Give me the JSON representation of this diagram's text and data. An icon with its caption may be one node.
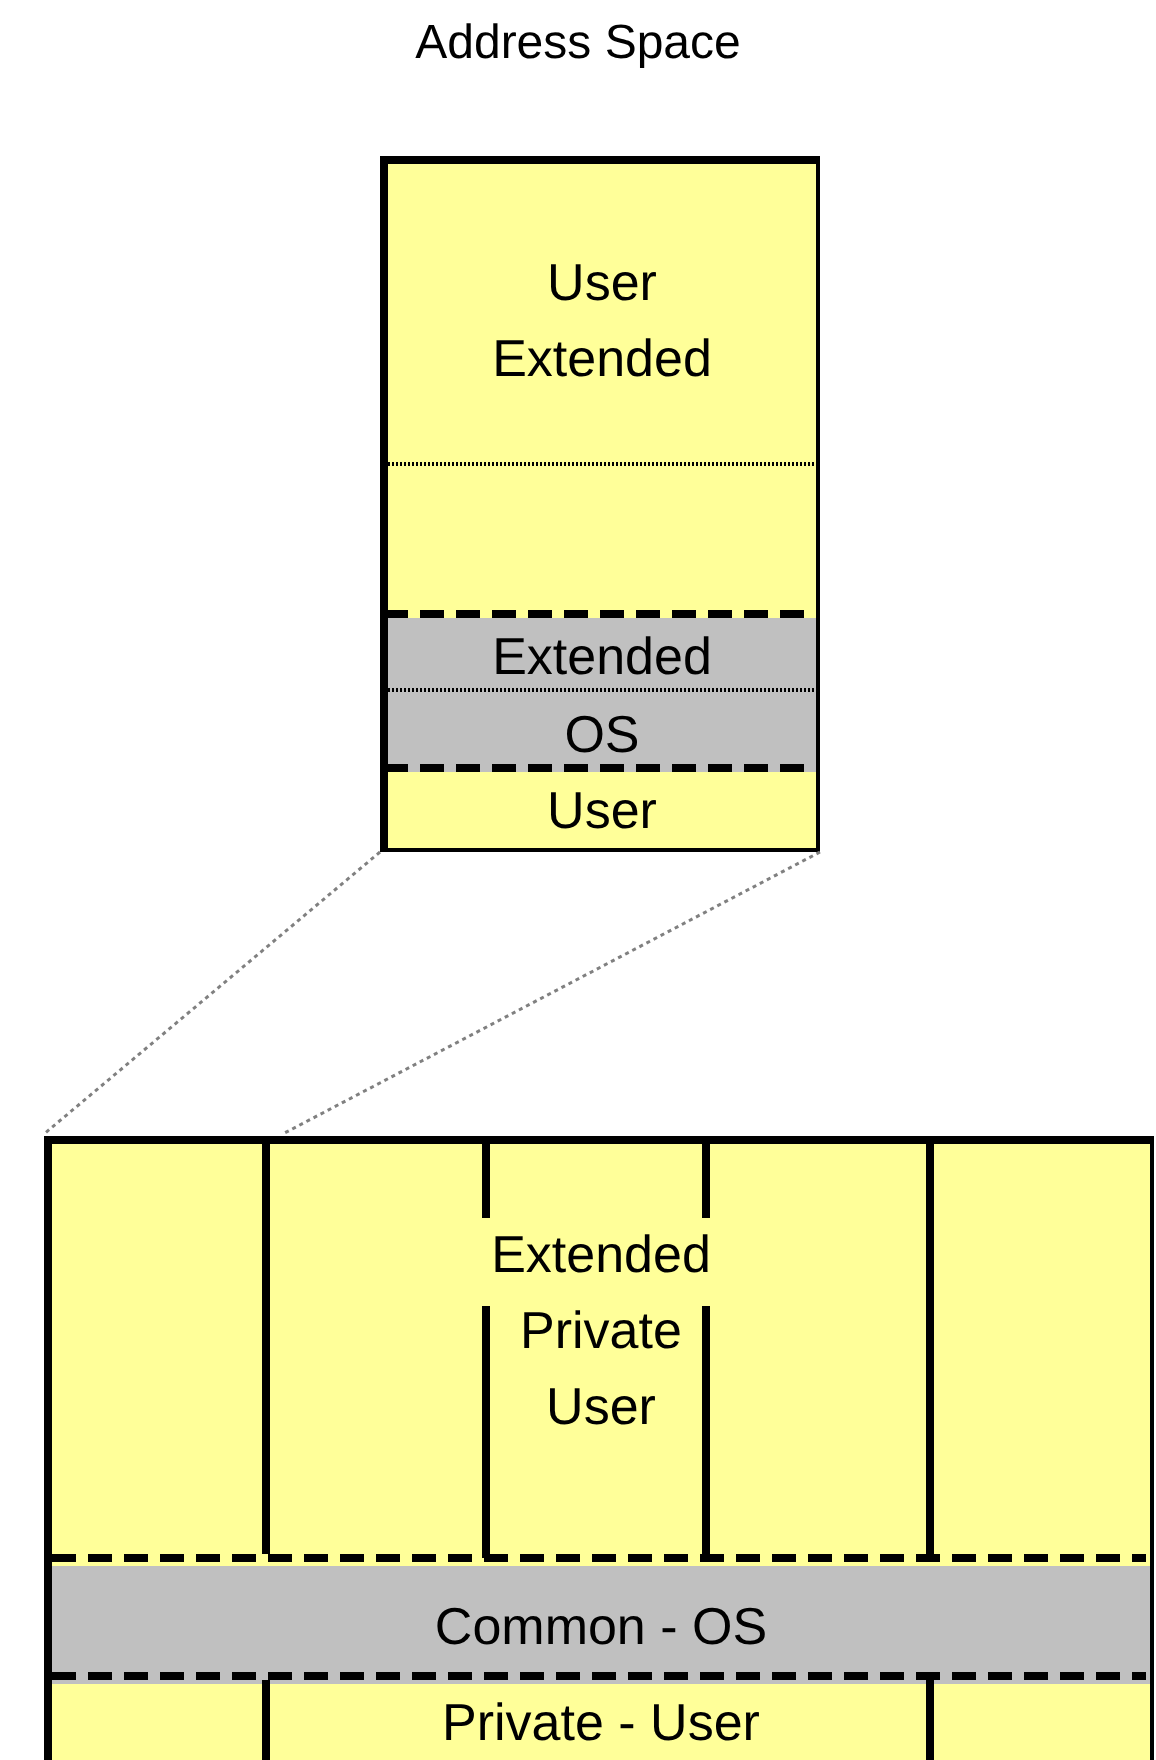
{
  "diagram": {
    "title": "Address Space",
    "nodes": [
      {
        "text": [],
        "shape": "box"
      },
      {
        "text": [
          "User Extended"
        ],
        "in": 0
      },
      {
        "text": [],
        "shape": "bar",
        "in": 0
      },
      {
        "text": [
          "Extended"
        ],
        "in": 0
      },
      {
        "text": [
          "OS"
        ],
        "in": 0
      },
      {
        "text": [
          "User"
        ],
        "in": 0
      },
      {
        "text": [],
        "shape": "box"
      },
      {
        "text": [
          "Extended Private User"
        ],
        "in": 6
      },
      {
        "text": [
          "Common - OS"
        ],
        "in": 6
      },
      {
        "text": [
          "Private - User"
        ],
        "in": 6
      }
    ],
    "edges": [
      {
        "from": 0,
        "to": 6,
        "arrow": "none",
        "style": "dashed"
      },
      {
        "from": 0,
        "to": 6,
        "arrow": "none",
        "style": "dashed"
      }
    ]
  }
}
